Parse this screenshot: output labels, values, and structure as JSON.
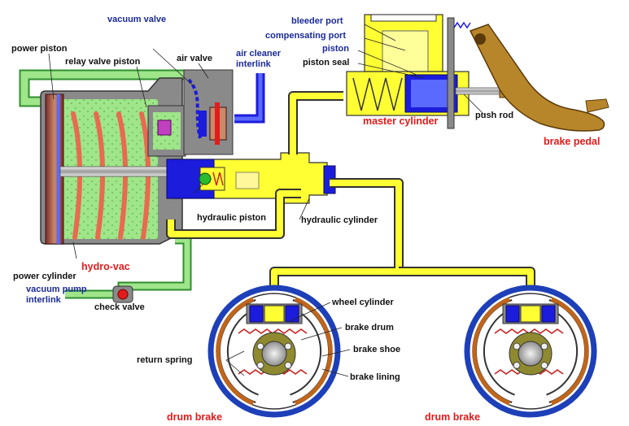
{
  "colors": {
    "vacuum_green": "#9fe58a",
    "vacuum_green_dark": "#2f8f2f",
    "fluid_yellow": "#ffff33",
    "steel_blue": "#1c1cdc",
    "gray_body": "#8a8a8a",
    "pedal_brown": "#b8862a",
    "drum_blue": "#1d3fb8",
    "lining_orange": "#c0651a",
    "red_text": "#e21b1b",
    "label_blue": "#1a2a9a"
  },
  "labels": {
    "power_piston": "power piston",
    "vacuum_valve": "vacuum valve",
    "relay_valve_piston": "relay valve piston",
    "air_valve": "air valve",
    "air_cleaner_interlink_1": "air cleaner",
    "air_cleaner_interlink_2": "interlink",
    "bleeder_port": "bleeder  port",
    "compensating_port": "compensating port",
    "piston": "piston",
    "piston_seal": "piston seal",
    "master_cylinder": "master cylinder",
    "push_rod": "push rod",
    "brake_pedal": "brake pedal",
    "hydraulic_piston": "hydraulic piston",
    "hydraulic_cylinder": "hydraulic cylinder",
    "hydro_vac": "hydro-vac",
    "power_cylinder": "power cylinder",
    "vacuum_pump_interlink_1": "vacuum pump",
    "vacuum_pump_interlink_2": "interlink",
    "check_valve": "check valve",
    "wheel_cylinder": "wheel cylinder",
    "brake_drum": "brake drum",
    "return_spring": "return spring",
    "brake_shoe": "brake shoe",
    "brake_lining": "brake lining",
    "drum_brake_left": "drum brake",
    "drum_brake_right": "drum brake"
  }
}
